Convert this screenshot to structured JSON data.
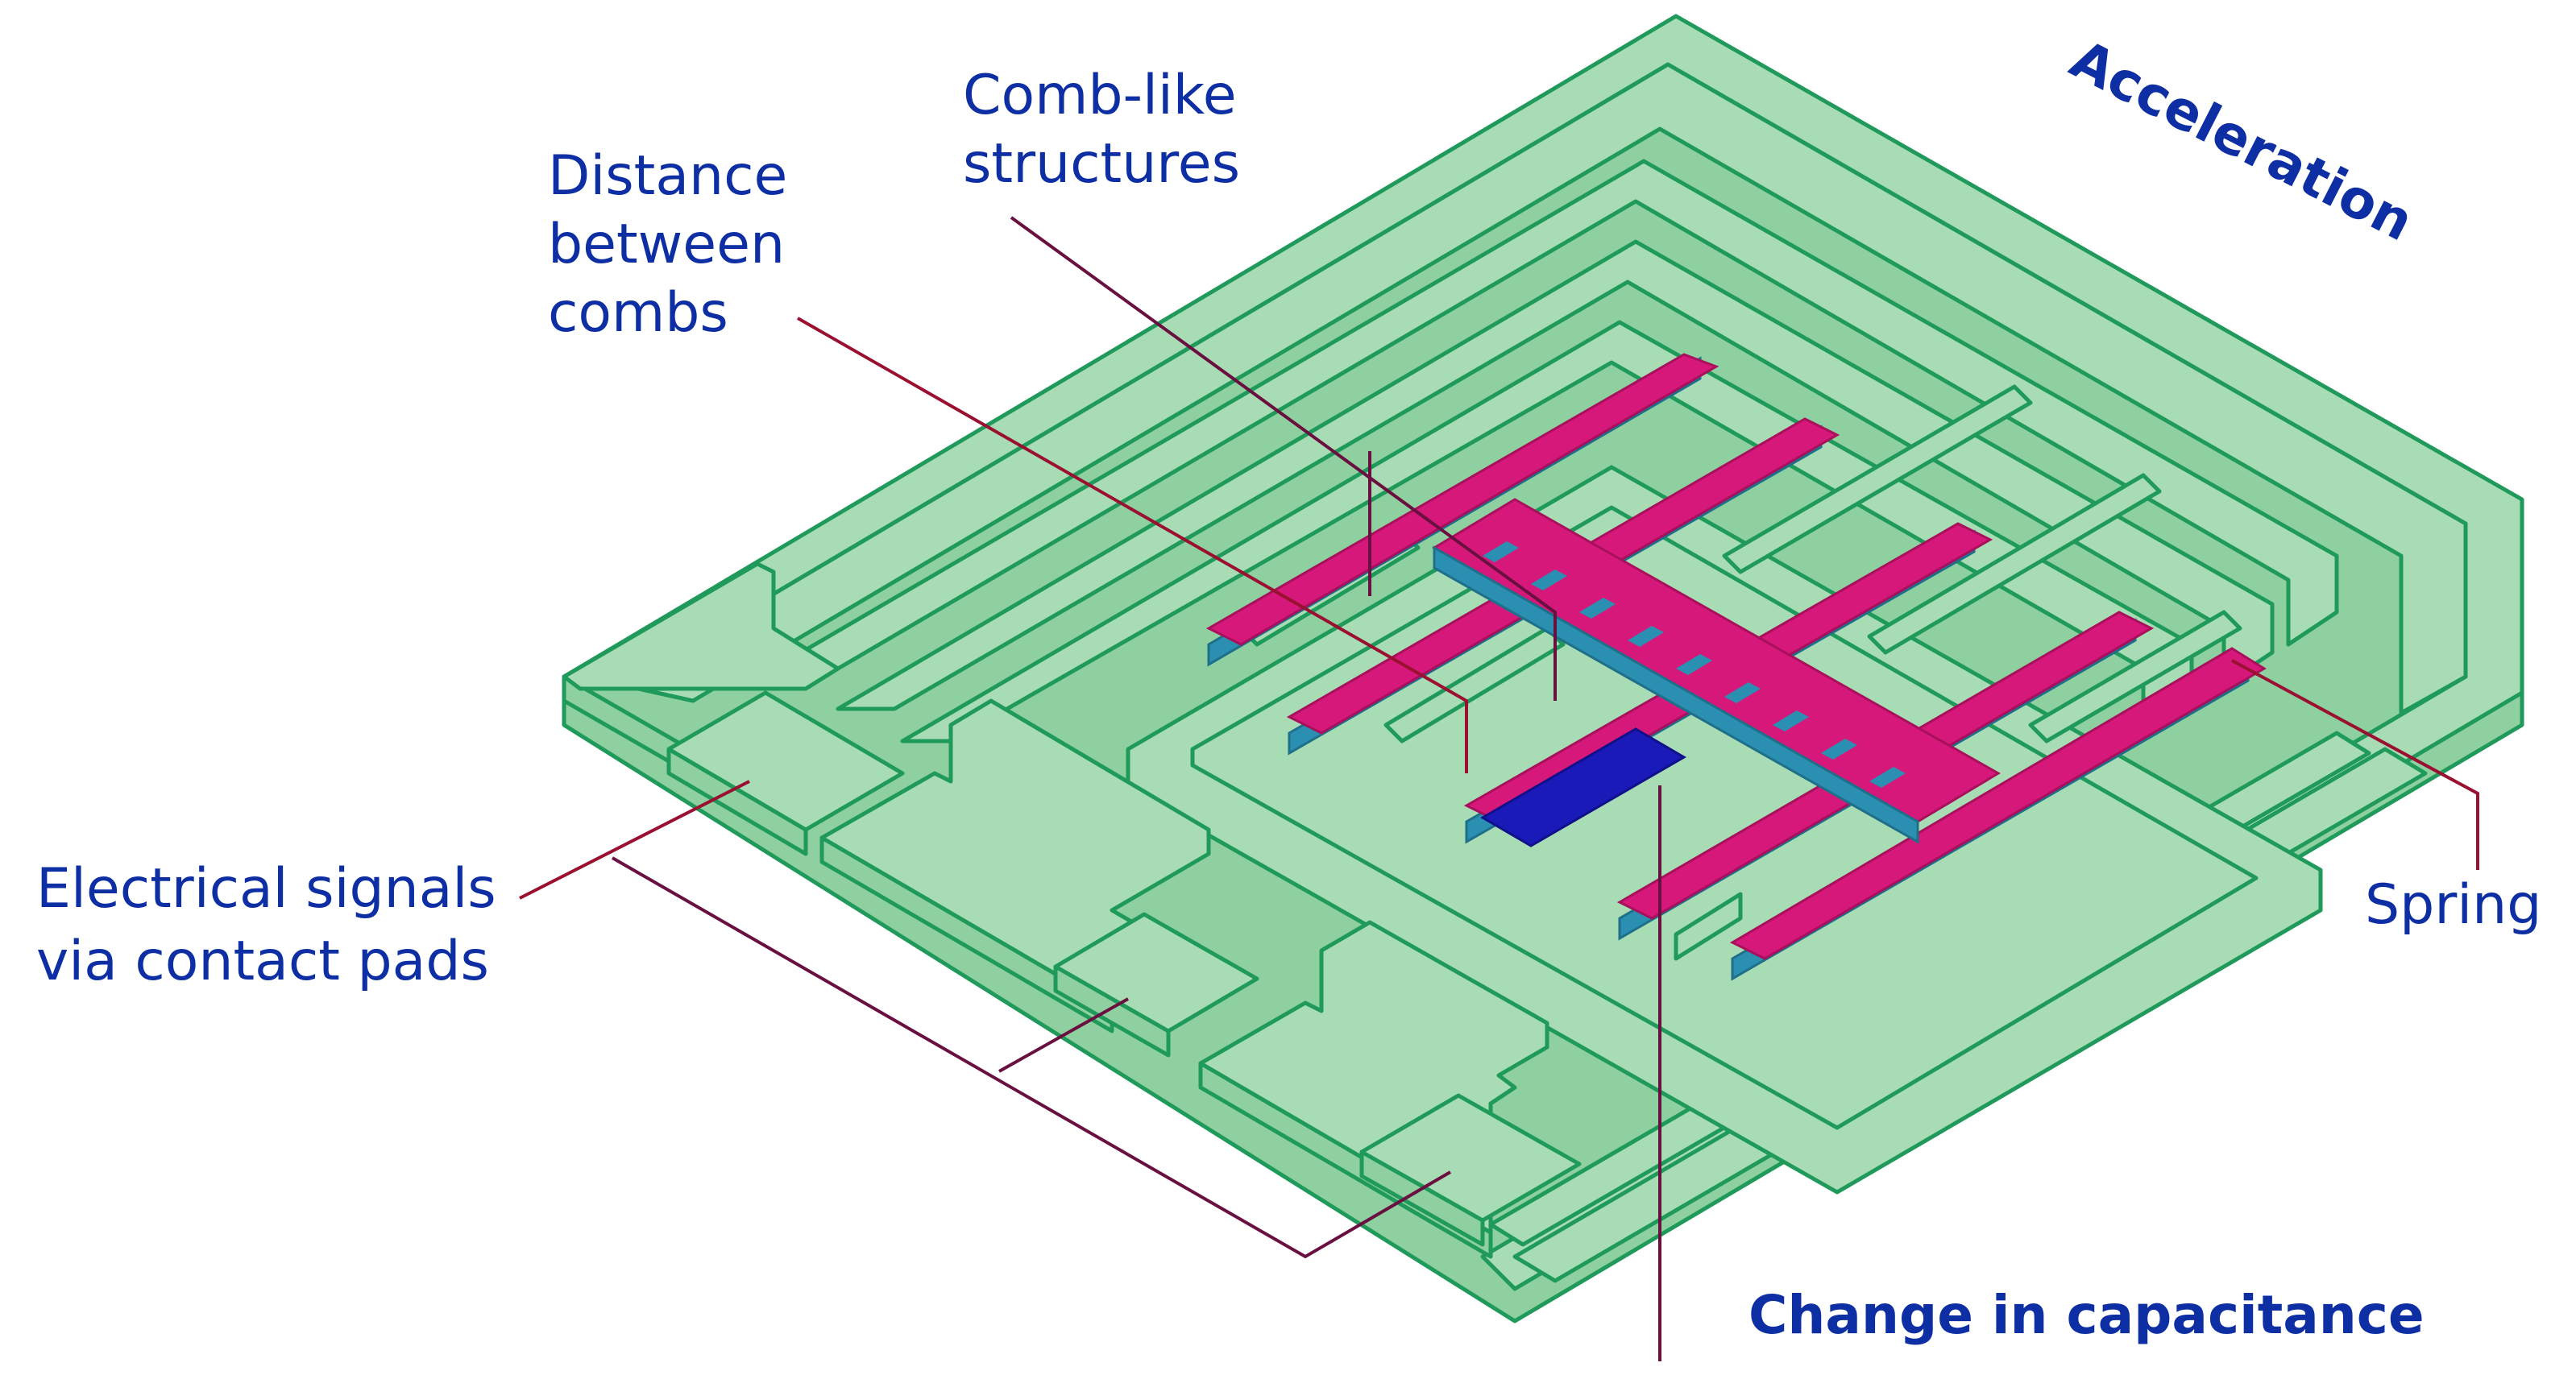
{
  "labels": {
    "acceleration": "Acceleration",
    "comb_like_line1": "Comb-like",
    "comb_like_line2": "structures",
    "distance_line1": "Distance",
    "distance_line2": "between",
    "distance_line3": "combs",
    "electrical_line1": "Electrical signals",
    "electrical_line2": "via contact pads",
    "spring": "Spring",
    "capacitance": "Change in capacitance"
  },
  "colors": {
    "substrate_fill": "#a8dcb4",
    "substrate_stroke": "#1f9a5a",
    "comb_magenta": "#d6187a",
    "comb_side": "#2a8fb0",
    "capacitor_blue": "#1a1ab8",
    "leader_purple": "#6a1040",
    "leader_crimson": "#9a1030",
    "label_text": "#0d2fa3"
  }
}
